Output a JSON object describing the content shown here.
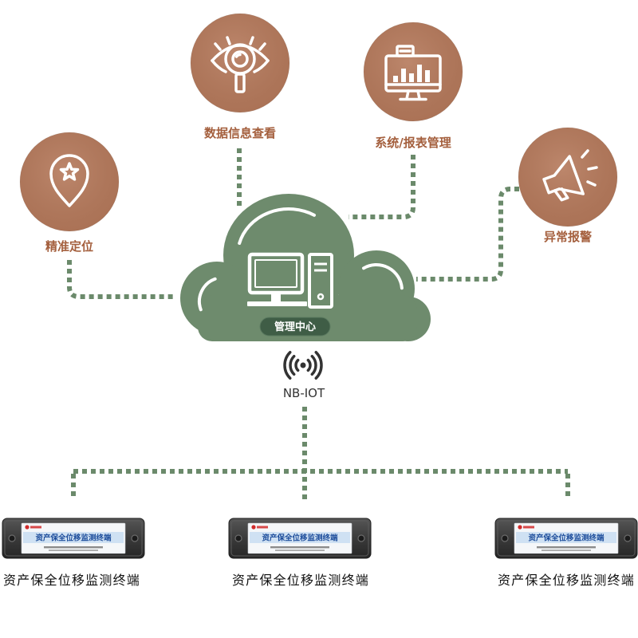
{
  "hub": {
    "label": "管理中心",
    "icon": "desktop-computer-icon"
  },
  "nodes": [
    {
      "label": "精准定位",
      "icon": "location-star-icon"
    },
    {
      "label": "数据信息查看",
      "icon": "eye-magnifier-icon"
    },
    {
      "label": "系统/报表管理",
      "icon": "monitor-chart-icon"
    },
    {
      "label": "异常报警",
      "icon": "megaphone-icon"
    }
  ],
  "network": {
    "label": "NB-IOT",
    "icon": "wireless-signal-icon"
  },
  "devices": [
    {
      "screen_title": "资产保全位移监测终端",
      "label": "资产保全位移监测终端"
    },
    {
      "screen_title": "资产保全位移监测终端",
      "label": "资产保全位移监测终端"
    },
    {
      "screen_title": "资产保全位移监测终端",
      "label": "资产保全位移监测终端"
    }
  ],
  "colors": {
    "node_circle": "#b67a5c",
    "node_label": "#a45f3d",
    "connector": "#6b8a6b",
    "cloud": "#6e8b6d",
    "hub_pill": "#3f5d46",
    "device_title": "#1e4e9c",
    "device_title_band": "#cfe1f3",
    "signal": "#333333"
  }
}
